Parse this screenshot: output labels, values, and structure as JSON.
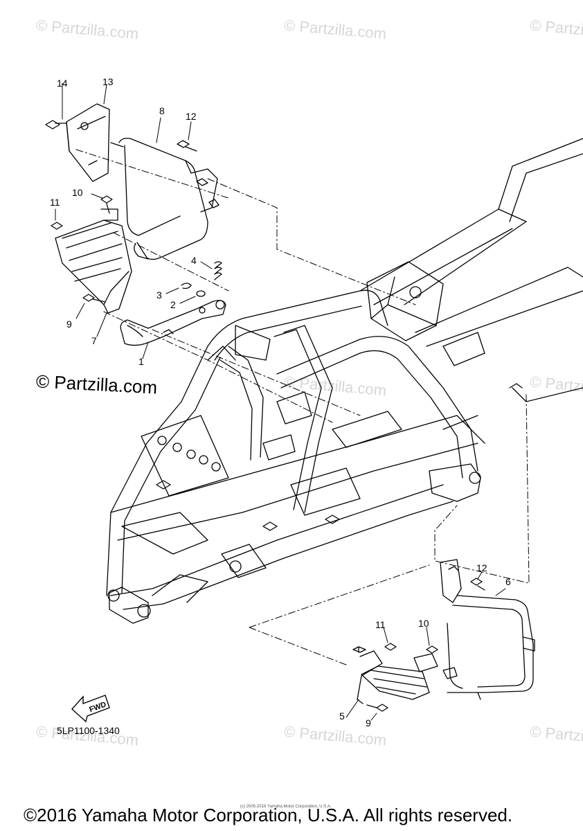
{
  "watermarks": {
    "text": "© Partzilla.com",
    "large": "© Partzilla.com"
  },
  "callouts": {
    "c14": "14",
    "c13": "13",
    "c8": "8",
    "c12a": "12",
    "c10a": "10",
    "c11a": "11",
    "c4": "4",
    "c3": "3",
    "c2": "2",
    "c9a": "9",
    "c7": "7",
    "c1": "1",
    "c12b": "12",
    "c6": "6",
    "c11b": "11",
    "c10b": "10",
    "c5": "5",
    "c9b": "9"
  },
  "diagram_code": "5LP1100-1340",
  "fwd_label": "FWD",
  "fine_print": "(c) 2005-2016 Yamaha Motor Corporation, U.S.A.",
  "footer_copyright": "©2016 Yamaha Motor Corporation, U.S.A. All rights reserved."
}
